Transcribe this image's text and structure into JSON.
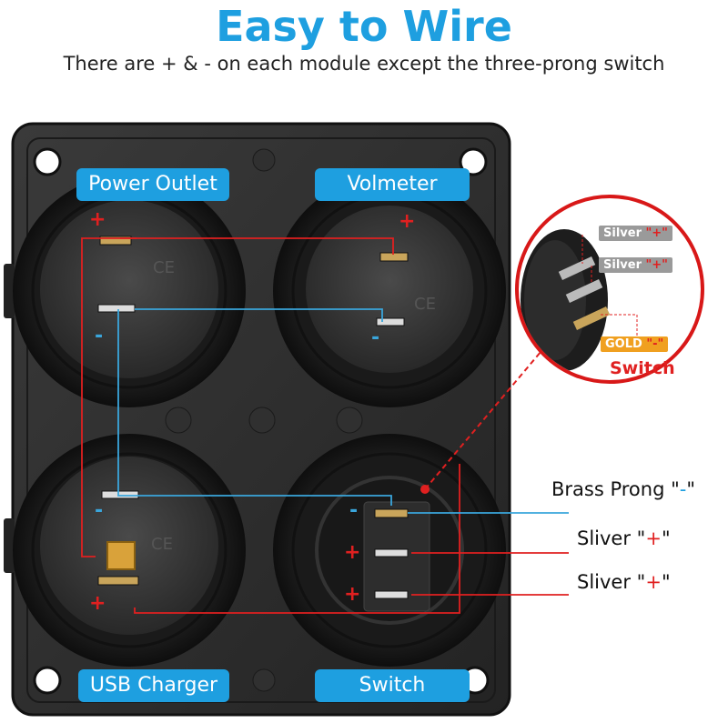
{
  "header": {
    "title": "Easy to Wire",
    "subtitle": "There are + & - on each module except the three-prong switch"
  },
  "module_tags": {
    "power_outlet": "Power Outlet",
    "voltmeter": "Volmeter",
    "usb_charger": "USB Charger",
    "switch": "Switch"
  },
  "callouts": {
    "brass_prong": {
      "text": "Brass Prong \"",
      "symbol": "-",
      "close": "\""
    },
    "sliver_1": {
      "text": "Sliver \"",
      "symbol": "+",
      "close": "\""
    },
    "sliver_2": {
      "text": "Sliver \"",
      "symbol": "+",
      "close": "\""
    }
  },
  "inset": {
    "silver_1": "Silver",
    "silver_1_sym": "\"+\"",
    "silver_2": "Silver",
    "silver_2_sym": "\"+\"",
    "gold": "GOLD",
    "gold_sym": "\"-\"",
    "switch_label": "Switch"
  },
  "polarity_marks": {
    "plus": "+",
    "minus": "-"
  },
  "colors": {
    "brand_blue": "#1e9fe0",
    "wire_red": "#e02020",
    "wire_blue": "#3aa6dc",
    "panel": "#2b2b2b",
    "gold": "#f0a020"
  }
}
